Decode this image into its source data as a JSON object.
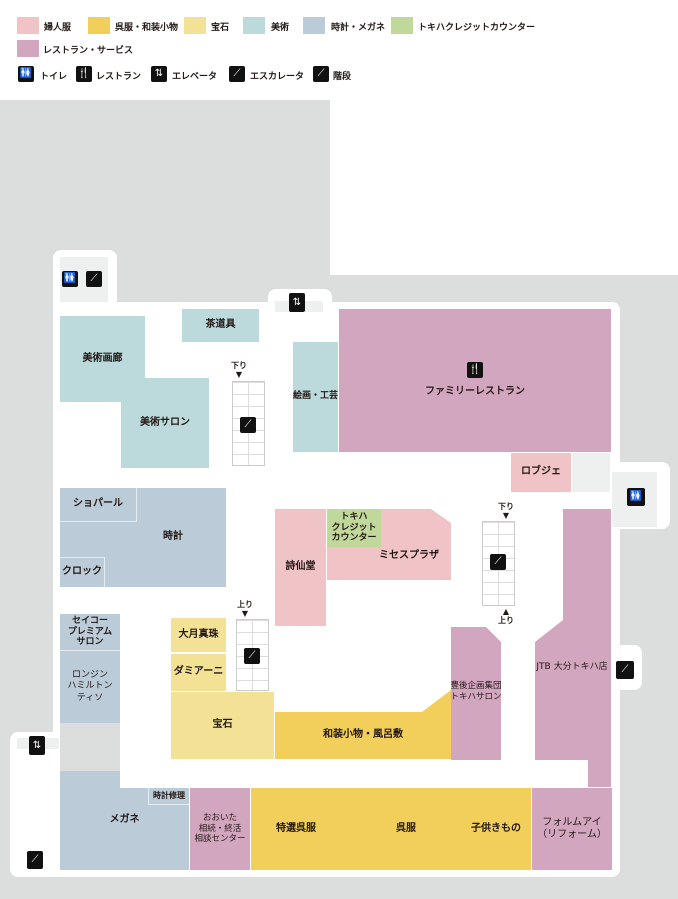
{
  "legend": {
    "categories": [
      {
        "label": "婦人服",
        "color": "#f0c3c6"
      },
      {
        "label": "呉服・和装小物",
        "color": "#f2cf5b"
      },
      {
        "label": "宝石",
        "color": "#f3e195"
      },
      {
        "label": "美術",
        "color": "#bcdadb"
      },
      {
        "label": "時計・メガネ",
        "color": "#bccbd8"
      },
      {
        "label": "トキハクレジットカウンター",
        "color": "#c0d899"
      },
      {
        "label": "レストラン・サービス",
        "color": "#d3a6bf"
      }
    ],
    "facilities": [
      {
        "icon": "toilet-icon",
        "label": "トイレ"
      },
      {
        "icon": "restaurant-icon",
        "label": "レストラン"
      },
      {
        "icon": "elevator-icon",
        "label": "エレベータ"
      },
      {
        "icon": "escalator-icon",
        "label": "エスカレータ"
      },
      {
        "icon": "stairs-icon",
        "label": "階段"
      }
    ]
  },
  "stores": {
    "bijutsu_garou": "美術画廊",
    "bijutsu_salon": "美術サロン",
    "sadougu": "茶道具",
    "kaiga_kougei": "絵画・工芸",
    "family_restaurant": "ファミリーレストラン",
    "lobjet": "ロブジェ",
    "chopard": "ショパール",
    "tokei": "時計",
    "clock": "クロック",
    "shisendo": "詩仙堂",
    "credit_counter": "トキハ\nクレジット\nカウンター",
    "mrs_plaza": "ミセスプラザ",
    "bungo": "豊後企画集団\nトキハサロン",
    "jtb": "JTB 大分トキハ店",
    "seiko": "セイコー\nプレミアム\nサロン",
    "longines": "ロンジン\nハミルトン\nティソ",
    "otsuki": "大月真珠",
    "damiani": "ダミアーニ",
    "houseki": "宝石",
    "wasou": "和装小物・風呂敷",
    "tokei_shuri": "時計修理",
    "megane": "メガネ",
    "souzoku": "おおいた\n相続・終活\n相談センター",
    "tokusen_gofuku": "特選呉服",
    "gofuku": "呉服",
    "kodomo_kimono": "子供きもの",
    "formi": "フォルムアイ\n（リフォーム）"
  },
  "escalator_labels": {
    "down": "下り",
    "up": "上り"
  }
}
